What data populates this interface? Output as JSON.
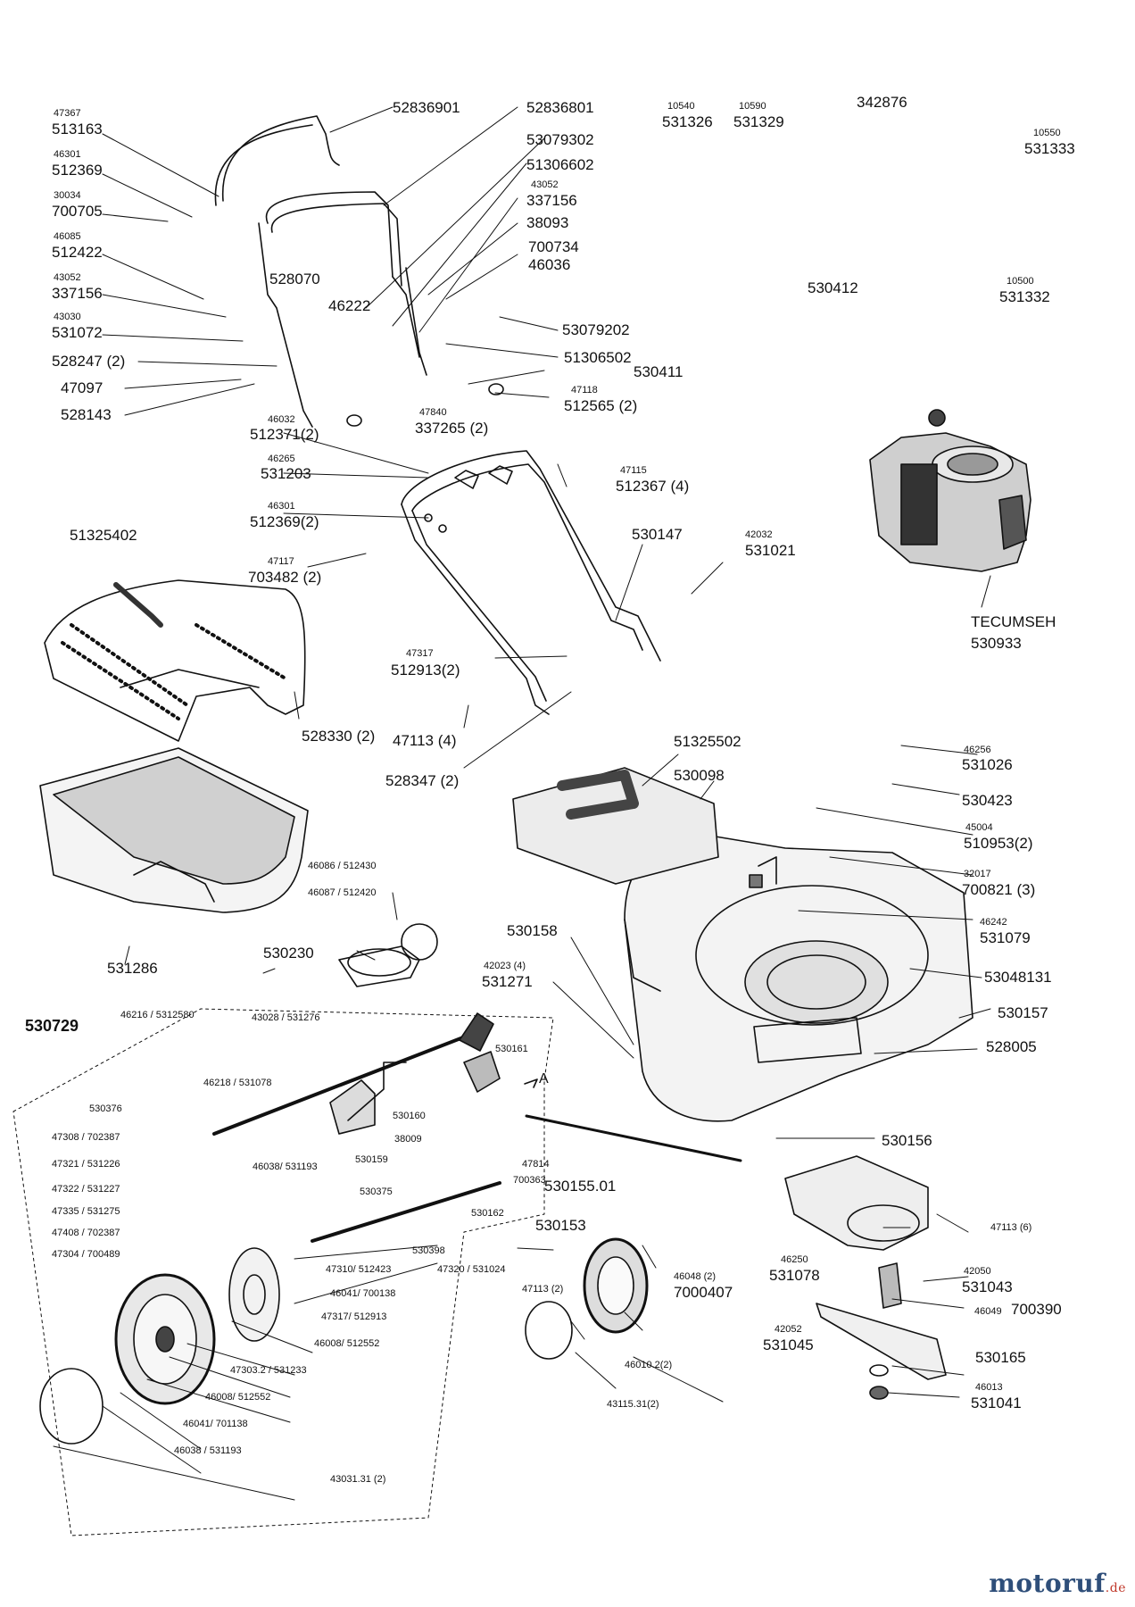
{
  "watermark": {
    "name": "motoruf",
    "tld": ".de"
  },
  "labels": [
    {
      "id": "l1",
      "small": "",
      "big": "52836901"
    },
    {
      "id": "l2",
      "small": "",
      "big": "52836801"
    },
    {
      "id": "l3",
      "small": "47367",
      "big": "513163"
    },
    {
      "id": "l4",
      "small": "46301",
      "big": "512369"
    },
    {
      "id": "l5",
      "small": "30034",
      "big": "700705"
    },
    {
      "id": "l6",
      "small": "46085",
      "big": "512422"
    },
    {
      "id": "l7",
      "small": "43052",
      "big": "337156"
    },
    {
      "id": "l8",
      "small": "43030",
      "big": "531072"
    },
    {
      "id": "l9",
      "small": "",
      "big": "528247 (2)"
    },
    {
      "id": "l10",
      "small": "",
      "big": "47097"
    },
    {
      "id": "l11",
      "small": "",
      "big": "528143"
    },
    {
      "id": "l12",
      "small": "",
      "big": "53079302"
    },
    {
      "id": "l13",
      "small": "",
      "big": "51306602"
    },
    {
      "id": "l14",
      "small": "43052",
      "big": "337156"
    },
    {
      "id": "l15",
      "small": "",
      "big": "38093"
    },
    {
      "id": "l16",
      "small": "46036",
      "big": "700734"
    },
    {
      "id": "l17",
      "small": "",
      "big": "528070"
    },
    {
      "id": "l18",
      "small": "",
      "big": "46222"
    },
    {
      "id": "l19",
      "small": "",
      "big": "53079202"
    },
    {
      "id": "l20",
      "small": "",
      "big": "51306502"
    },
    {
      "id": "l21",
      "small": "",
      "big": "530411"
    },
    {
      "id": "l22",
      "small": "47118",
      "big": "512565 (2)"
    },
    {
      "id": "l23",
      "small": "47840",
      "big": "337265 (2)"
    },
    {
      "id": "l24",
      "small": "10540",
      "big": "531326"
    },
    {
      "id": "l25",
      "small": "10590",
      "big": "531329"
    },
    {
      "id": "l26",
      "small": "",
      "big": "342876"
    },
    {
      "id": "l27",
      "small": "10550",
      "big": "531333"
    },
    {
      "id": "l28",
      "small": "",
      "big": "530412"
    },
    {
      "id": "l29",
      "small": "10500",
      "big": "531332"
    },
    {
      "id": "l30",
      "small": "46032",
      "big": "512371(2)"
    },
    {
      "id": "l31",
      "small": "46265",
      "big": "531203"
    },
    {
      "id": "l32",
      "small": "46301",
      "big": "512369(2)"
    },
    {
      "id": "l33",
      "small": "47117",
      "big": "703482 (2)"
    },
    {
      "id": "l34",
      "small": "47115",
      "big": "512367 (4)"
    },
    {
      "id": "l35",
      "small": "",
      "big": "530147"
    },
    {
      "id": "l36",
      "small": "42032",
      "big": "531021"
    },
    {
      "id": "l37",
      "small": "",
      "big": "TECUMSEH"
    },
    {
      "id": "l38",
      "small": "",
      "big": "530933"
    },
    {
      "id": "l39",
      "small": "",
      "big": "51325402"
    },
    {
      "id": "l40",
      "small": "47317",
      "big": "512913(2)"
    },
    {
      "id": "l41",
      "small": "",
      "big": "528330 (2)"
    },
    {
      "id": "l42",
      "small": "",
      "big": "47113 (4)"
    },
    {
      "id": "l43",
      "small": "",
      "big": "528347 (2)"
    },
    {
      "id": "l44",
      "small": "",
      "big": "51325502"
    },
    {
      "id": "l45",
      "small": "",
      "big": "530098"
    },
    {
      "id": "l46",
      "small": "46256",
      "big": "531026"
    },
    {
      "id": "l47",
      "small": "",
      "big": "530423"
    },
    {
      "id": "l48",
      "small": "45004",
      "big": "510953(2)"
    },
    {
      "id": "l49",
      "small": "32017",
      "big": "700821 (3)"
    },
    {
      "id": "l50",
      "small": "46242",
      "big": "531079"
    },
    {
      "id": "l51",
      "small": "",
      "big": "53048131"
    },
    {
      "id": "l52",
      "small": "",
      "big": "530157"
    },
    {
      "id": "l53",
      "small": "",
      "big": "528005"
    },
    {
      "id": "l54",
      "small": "",
      "big": "530156"
    },
    {
      "id": "l55",
      "small": "",
      "big": "531286"
    },
    {
      "id": "l56",
      "small": "46086 / 512430",
      "big": ""
    },
    {
      "id": "l57",
      "small": "46087 / 512420",
      "big": ""
    },
    {
      "id": "l58",
      "small": "",
      "big": "530230"
    },
    {
      "id": "l59",
      "small": "",
      "big": "530158"
    },
    {
      "id": "l60",
      "small": "42023 (4)",
      "big": "531271"
    },
    {
      "id": "l61",
      "small": "",
      "big": "530729"
    },
    {
      "id": "l62",
      "small": "46216 / 5312580",
      "big": ""
    },
    {
      "id": "l63",
      "small": "43028 / 531276",
      "big": ""
    },
    {
      "id": "l64",
      "small": "46218 / 531078",
      "big": ""
    },
    {
      "id": "l65",
      "small": "530161",
      "big": ""
    },
    {
      "id": "l66",
      "small": "530376",
      "big": ""
    },
    {
      "id": "l67",
      "small": "530160",
      "big": ""
    },
    {
      "id": "l68",
      "small": "38009",
      "big": ""
    },
    {
      "id": "l69",
      "small": "47308 / 702387",
      "big": ""
    },
    {
      "id": "l70",
      "small": "46038/ 531193",
      "big": ""
    },
    {
      "id": "l71",
      "small": "530159",
      "big": ""
    },
    {
      "id": "l72",
      "small": "47321 / 531226",
      "big": ""
    },
    {
      "id": "l73",
      "small": "530375",
      "big": ""
    },
    {
      "id": "l74",
      "small": "47814",
      "big": ""
    },
    {
      "id": "l75",
      "small": "700363",
      "big": ""
    },
    {
      "id": "l76",
      "small": "47322 / 531227",
      "big": ""
    },
    {
      "id": "l77",
      "small": "47335 / 531275",
      "big": ""
    },
    {
      "id": "l78",
      "small": "47408 / 702387",
      "big": ""
    },
    {
      "id": "l79",
      "small": "47304 / 700489",
      "big": ""
    },
    {
      "id": "l80",
      "small": "530162",
      "big": ""
    },
    {
      "id": "l81",
      "small": "",
      "big": "530155.01"
    },
    {
      "id": "l82",
      "small": "",
      "big": "530153"
    },
    {
      "id": "l83",
      "small": "530398",
      "big": ""
    },
    {
      "id": "l84",
      "small": "47310/ 512423",
      "big": ""
    },
    {
      "id": "l85",
      "small": "47320 / 531024",
      "big": ""
    },
    {
      "id": "l86",
      "small": "46041/ 700138",
      "big": ""
    },
    {
      "id": "l87",
      "small": "47317/ 512913",
      "big": ""
    },
    {
      "id": "l88",
      "small": "46008/ 512552",
      "big": ""
    },
    {
      "id": "l89",
      "small": "47303.2 / 531233",
      "big": ""
    },
    {
      "id": "l90",
      "small": "46008/ 512552",
      "big": ""
    },
    {
      "id": "l91",
      "small": "46041/ 701138",
      "big": ""
    },
    {
      "id": "l92",
      "small": "46038 / 531193",
      "big": ""
    },
    {
      "id": "l93",
      "small": "43031.31 (2)",
      "big": ""
    },
    {
      "id": "l94",
      "small": "47113 (2)",
      "big": ""
    },
    {
      "id": "l95",
      "small": "46048 (2)",
      "big": "7000407"
    },
    {
      "id": "l96",
      "small": "46010.2(2)",
      "big": ""
    },
    {
      "id": "l97",
      "small": "43115.31(2)",
      "big": ""
    },
    {
      "id": "l98",
      "small": "46250",
      "big": "531078"
    },
    {
      "id": "l99",
      "small": "47113 (6)",
      "big": ""
    },
    {
      "id": "l100",
      "small": "42050",
      "big": "531043"
    },
    {
      "id": "l101",
      "small": "46049",
      "big": "700390"
    },
    {
      "id": "l102",
      "small": "42052",
      "big": "531045"
    },
    {
      "id": "l103",
      "small": "",
      "big": "530165"
    },
    {
      "id": "l104",
      "small": "46013",
      "big": "531041"
    },
    {
      "id": "l105",
      "small": "A",
      "big": ""
    }
  ]
}
